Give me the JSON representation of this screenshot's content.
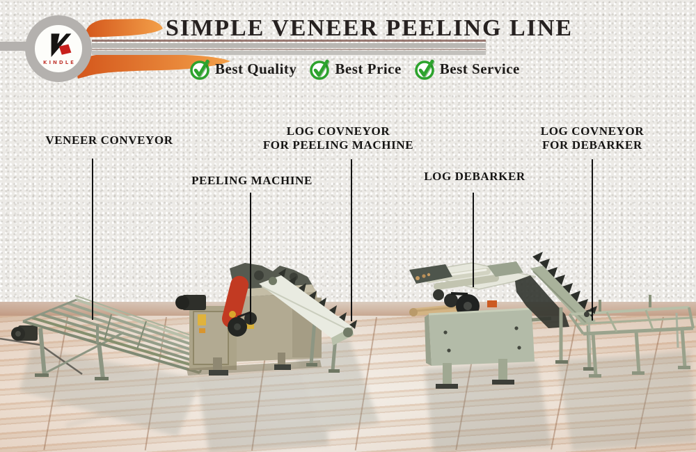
{
  "header": {
    "logo": {
      "brand_initial": "K",
      "brand_name": "KINDLE"
    },
    "title": "SIMPLE VENEER PEELING LINE",
    "badges": [
      {
        "label": "Best Quality"
      },
      {
        "label": "Best Price"
      },
      {
        "label": "Best Service"
      }
    ]
  },
  "callouts": [
    {
      "id": "veneer-conveyor",
      "lines": [
        "VENEER CONVEYOR"
      ]
    },
    {
      "id": "peeling-machine",
      "lines": [
        "PEELING MACHINE"
      ]
    },
    {
      "id": "log-conveyor-for-peeling-machine",
      "lines": [
        "LOG COVNEYOR",
        "FOR PEELING MACHINE"
      ]
    },
    {
      "id": "log-debarker",
      "lines": [
        "LOG DEBARKER"
      ]
    },
    {
      "id": "log-conveyor-for-debarker",
      "lines": [
        "LOG COVNEYOR",
        "FOR DEBARKER"
      ]
    }
  ],
  "colors": {
    "accent_orange": "#e8762c",
    "brand_red": "#c8201d",
    "check_green": "#2da32d",
    "title_ink": "#262120",
    "ring_gray": "#b4b1ae",
    "machine_sage": "#a7b097",
    "machine_beige": "#b2aa92",
    "guard_red": "#c23a22"
  }
}
